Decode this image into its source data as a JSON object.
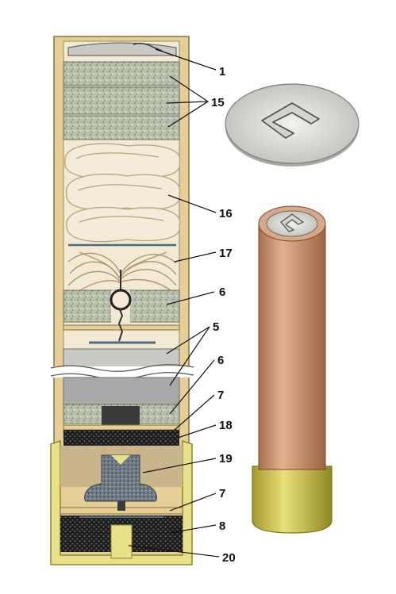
{
  "callouts": {
    "c1": "1",
    "c15": "15",
    "c16": "16",
    "c17": "17",
    "c6a": "6",
    "c5": "5",
    "c6b": "6",
    "c7a": "7",
    "c18": "18",
    "c19": "19",
    "c7b": "7",
    "c8": "8",
    "c20": "20"
  },
  "colors": {
    "paper_case": "#e8d3a0",
    "felt_wad": "#b7bfae",
    "card_wad": "#a9aaa7",
    "brass": "#e7e08e",
    "powder": "#1d1c1c",
    "shell_body": "#c98f6a",
    "parachute": "#f3ebd8"
  }
}
